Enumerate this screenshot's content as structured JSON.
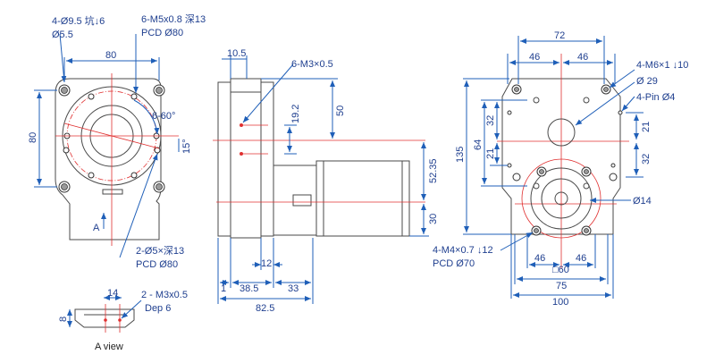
{
  "views": {
    "front": {
      "c1": "4-Ø9.5 坑↓6",
      "c2": "Ø5.5",
      "c3": "6-M5x0.8 深13",
      "c4": "PCD Ø80",
      "c5": "2-Ø5×深13",
      "c6": "PCD Ø80",
      "d_width": "80",
      "d_height": "80",
      "angle1": "6-60°",
      "angle2": "15°",
      "view_marker": "A"
    },
    "side": {
      "d_top": "10.5",
      "c_m3": "6-M3×0.5",
      "d_192": "19.2",
      "d_50": "50",
      "d_5235": "52.35",
      "d_30": "30",
      "d_12": "12",
      "d_1": "1",
      "d_385": "38.5",
      "d_33": "33",
      "d_825": "82.5"
    },
    "rear": {
      "d_72": "72",
      "d_46a": "46",
      "d_46b": "46",
      "c_m6": "4-M6×1 ↓10",
      "c_d29": "Ø 29",
      "c_pin": "4-Pin Ø4",
      "d_32a": "32",
      "d_21a": "21",
      "d_64": "64",
      "d_135": "135",
      "d_21b": "21",
      "d_32b": "32",
      "c_d14": "Ø14",
      "c_m4": "4-M4×0.7 ↓12",
      "c_pcd70": "PCD Ø70",
      "d_46c": "46",
      "d_46d": "46",
      "d_sq60": "□60",
      "d_75": "75",
      "d_100": "100"
    },
    "aview": {
      "d_14": "14",
      "d_8": "8",
      "c_m3": "2 - M3x0.5",
      "c_dep": "Dep 6",
      "title": "A view"
    }
  },
  "colors": {
    "dimension": "#1f5fb8",
    "centerline": "#e03030",
    "outline": "#4a4a4a"
  }
}
